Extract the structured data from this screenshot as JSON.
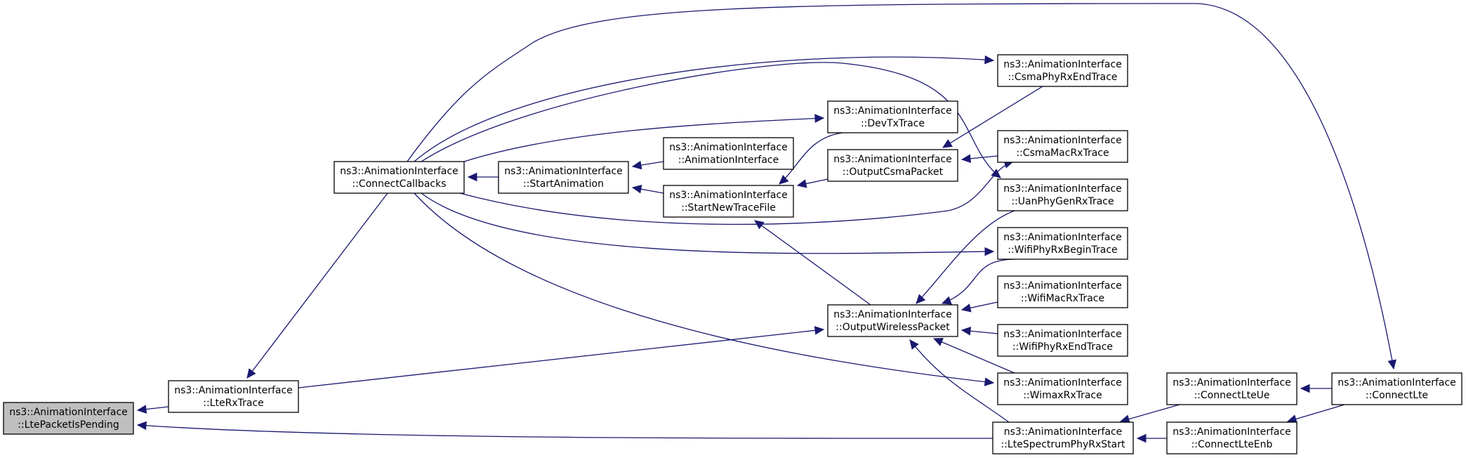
{
  "nodes": [
    {
      "id": "lte_packet_is_pending",
      "line1": "ns3::AnimationInterface",
      "line2": "::LtePacketIsPending"
    },
    {
      "id": "lte_rx_trace",
      "line1": "ns3::AnimationInterface",
      "line2": "::LteRxTrace"
    },
    {
      "id": "connect_callbacks",
      "line1": "ns3::AnimationInterface",
      "line2": "::ConnectCallbacks"
    },
    {
      "id": "start_animation",
      "line1": "ns3::AnimationInterface",
      "line2": "::StartAnimation"
    },
    {
      "id": "animation_interface",
      "line1": "ns3::AnimationInterface",
      "line2": "::AnimationInterface"
    },
    {
      "id": "start_new_trace_file",
      "line1": "ns3::AnimationInterface",
      "line2": "::StartNewTraceFile"
    },
    {
      "id": "dev_tx_trace",
      "line1": "ns3::AnimationInterface",
      "line2": "::DevTxTrace"
    },
    {
      "id": "output_csma_packet",
      "line1": "ns3::AnimationInterface",
      "line2": "::OutputCsmaPacket"
    },
    {
      "id": "output_wireless_packet",
      "line1": "ns3::AnimationInterface",
      "line2": "::OutputWirelessPacket"
    },
    {
      "id": "csma_phy_rx_end_trace",
      "line1": "ns3::AnimationInterface",
      "line2": "::CsmaPhyRxEndTrace"
    },
    {
      "id": "csma_mac_rx_trace",
      "line1": "ns3::AnimationInterface",
      "line2": "::CsmaMacRxTrace"
    },
    {
      "id": "uan_phy_gen_rx_trace",
      "line1": "ns3::AnimationInterface",
      "line2": "::UanPhyGenRxTrace"
    },
    {
      "id": "wifi_phy_rx_begin_trace",
      "line1": "ns3::AnimationInterface",
      "line2": "::WifiPhyRxBeginTrace"
    },
    {
      "id": "wifi_mac_rx_trace",
      "line1": "ns3::AnimationInterface",
      "line2": "::WifiMacRxTrace"
    },
    {
      "id": "wifi_phy_rx_end_trace",
      "line1": "ns3::AnimationInterface",
      "line2": "::WifiPhyRxEndTrace"
    },
    {
      "id": "wimax_rx_trace",
      "line1": "ns3::AnimationInterface",
      "line2": "::WimaxRxTrace"
    },
    {
      "id": "lte_spectrum_phy_rx_start",
      "line1": "ns3::AnimationInterface",
      "line2": "::LteSpectrumPhyRxStart"
    },
    {
      "id": "connect_lte_ue",
      "line1": "ns3::AnimationInterface",
      "line2": "::ConnectLteUe"
    },
    {
      "id": "connect_lte_enb",
      "line1": "ns3::AnimationInterface",
      "line2": "::ConnectLteEnb"
    },
    {
      "id": "connect_lte",
      "line1": "ns3::AnimationInterface",
      "line2": "::ConnectLte"
    }
  ],
  "edges": [
    {
      "from": "lte_rx_trace",
      "to": "lte_packet_is_pending"
    },
    {
      "from": "lte_spectrum_phy_rx_start",
      "to": "lte_packet_is_pending"
    },
    {
      "from": "connect_callbacks",
      "to": "lte_rx_trace"
    },
    {
      "from": "start_animation",
      "to": "connect_callbacks"
    },
    {
      "from": "animation_interface",
      "to": "start_animation"
    },
    {
      "from": "start_new_trace_file",
      "to": "start_animation"
    },
    {
      "from": "dev_tx_trace",
      "to": "start_new_trace_file"
    },
    {
      "from": "output_csma_packet",
      "to": "start_new_trace_file"
    },
    {
      "from": "output_wireless_packet",
      "to": "start_new_trace_file"
    },
    {
      "from": "connect_callbacks",
      "to": "dev_tx_trace"
    },
    {
      "from": "connect_callbacks",
      "to": "csma_phy_rx_end_trace"
    },
    {
      "from": "connect_callbacks",
      "to": "csma_mac_rx_trace"
    },
    {
      "from": "connect_callbacks",
      "to": "uan_phy_gen_rx_trace"
    },
    {
      "from": "connect_callbacks",
      "to": "wifi_phy_rx_begin_trace"
    },
    {
      "from": "connect_callbacks",
      "to": "wimax_rx_trace"
    },
    {
      "from": "connect_callbacks",
      "to": "connect_lte"
    },
    {
      "from": "csma_phy_rx_end_trace",
      "to": "output_csma_packet"
    },
    {
      "from": "csma_mac_rx_trace",
      "to": "output_csma_packet"
    },
    {
      "from": "lte_rx_trace",
      "to": "output_wireless_packet"
    },
    {
      "from": "uan_phy_gen_rx_trace",
      "to": "output_wireless_packet"
    },
    {
      "from": "wifi_phy_rx_begin_trace",
      "to": "output_wireless_packet"
    },
    {
      "from": "wifi_mac_rx_trace",
      "to": "output_wireless_packet"
    },
    {
      "from": "wifi_phy_rx_end_trace",
      "to": "output_wireless_packet"
    },
    {
      "from": "wimax_rx_trace",
      "to": "output_wireless_packet"
    },
    {
      "from": "lte_spectrum_phy_rx_start",
      "to": "output_wireless_packet"
    },
    {
      "from": "connect_lte_ue",
      "to": "lte_spectrum_phy_rx_start"
    },
    {
      "from": "connect_lte_enb",
      "to": "lte_spectrum_phy_rx_start"
    },
    {
      "from": "connect_lte",
      "to": "connect_lte_ue"
    },
    {
      "from": "connect_lte",
      "to": "connect_lte_enb"
    }
  ]
}
